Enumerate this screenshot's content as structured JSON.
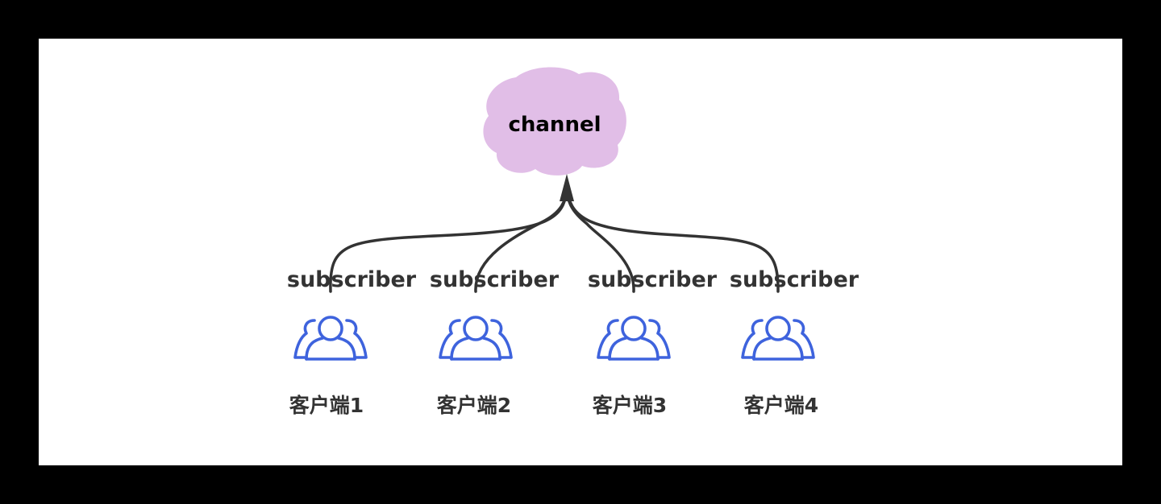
{
  "channel": {
    "label": "channel",
    "fill_color": "#e1bee7"
  },
  "colors": {
    "background": "#000000",
    "canvas": "#ffffff",
    "edge": "#333333",
    "text": "#333333",
    "icon": "#3e63dd"
  },
  "subscribers": [
    {
      "role": "subscriber",
      "client": "客户端1",
      "icon": "users-icon"
    },
    {
      "role": "subscriber",
      "client": "客户端2",
      "icon": "users-icon"
    },
    {
      "role": "subscriber",
      "client": "客户端3",
      "icon": "users-icon"
    },
    {
      "role": "subscriber",
      "client": "客户端4",
      "icon": "users-icon"
    }
  ]
}
